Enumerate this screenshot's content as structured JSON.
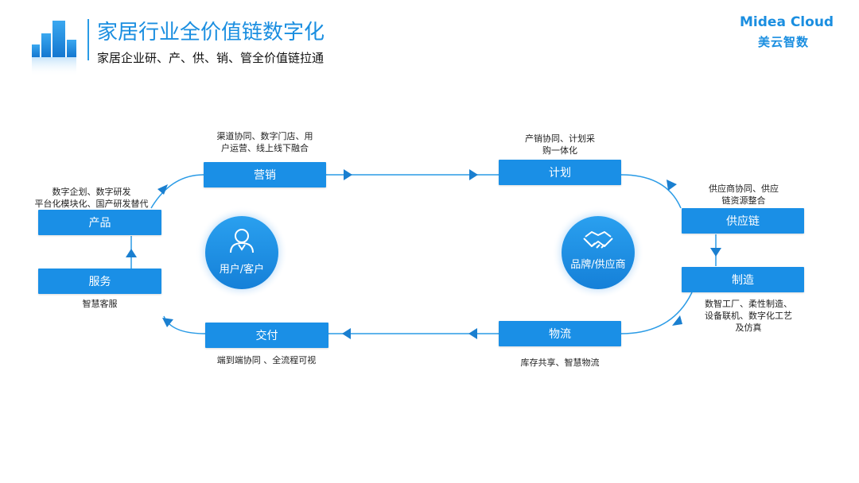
{
  "header": {
    "title": "家居行业全价值链数字化",
    "subtitle": "家居企业研、产、供、销、管全价值链拉通"
  },
  "brand": {
    "name_en": "Midea Cloud",
    "name_cn": "美云智数"
  },
  "nodes": {
    "marketing": {
      "label": "营销",
      "desc": [
        "渠道协同、数字门店、用",
        "户运营、线上线下融合"
      ]
    },
    "planning": {
      "label": "计划",
      "desc": [
        "产销协同、计划采",
        "购一体化"
      ]
    },
    "supply": {
      "label": "供应链",
      "desc": [
        "供应商协同、供应",
        "链资源整合"
      ]
    },
    "manufacturing": {
      "label": "制造",
      "desc": [
        "数智工厂、柔性制造、",
        "设备联机、数字化工艺",
        "及仿真"
      ]
    },
    "logistics": {
      "label": "物流",
      "desc": [
        "库存共享、智慧物流"
      ]
    },
    "delivery": {
      "label": "交付",
      "desc": [
        "端到端协同 、全流程可视"
      ]
    },
    "service": {
      "label": "服务",
      "desc": [
        "智慧客服"
      ]
    },
    "product": {
      "label": "产品",
      "desc": [
        "数字企划、数字研发",
        "平台化模块化、国产研发替代"
      ]
    }
  },
  "centers": {
    "user": {
      "label": "用户/客户",
      "icon": "user-icon"
    },
    "brand": {
      "label": "品牌/供应商",
      "icon": "handshake-icon"
    }
  },
  "colors": {
    "accent": "#1a8fe6",
    "line": "#2a9be6",
    "arrow": "#1a7fd0"
  }
}
